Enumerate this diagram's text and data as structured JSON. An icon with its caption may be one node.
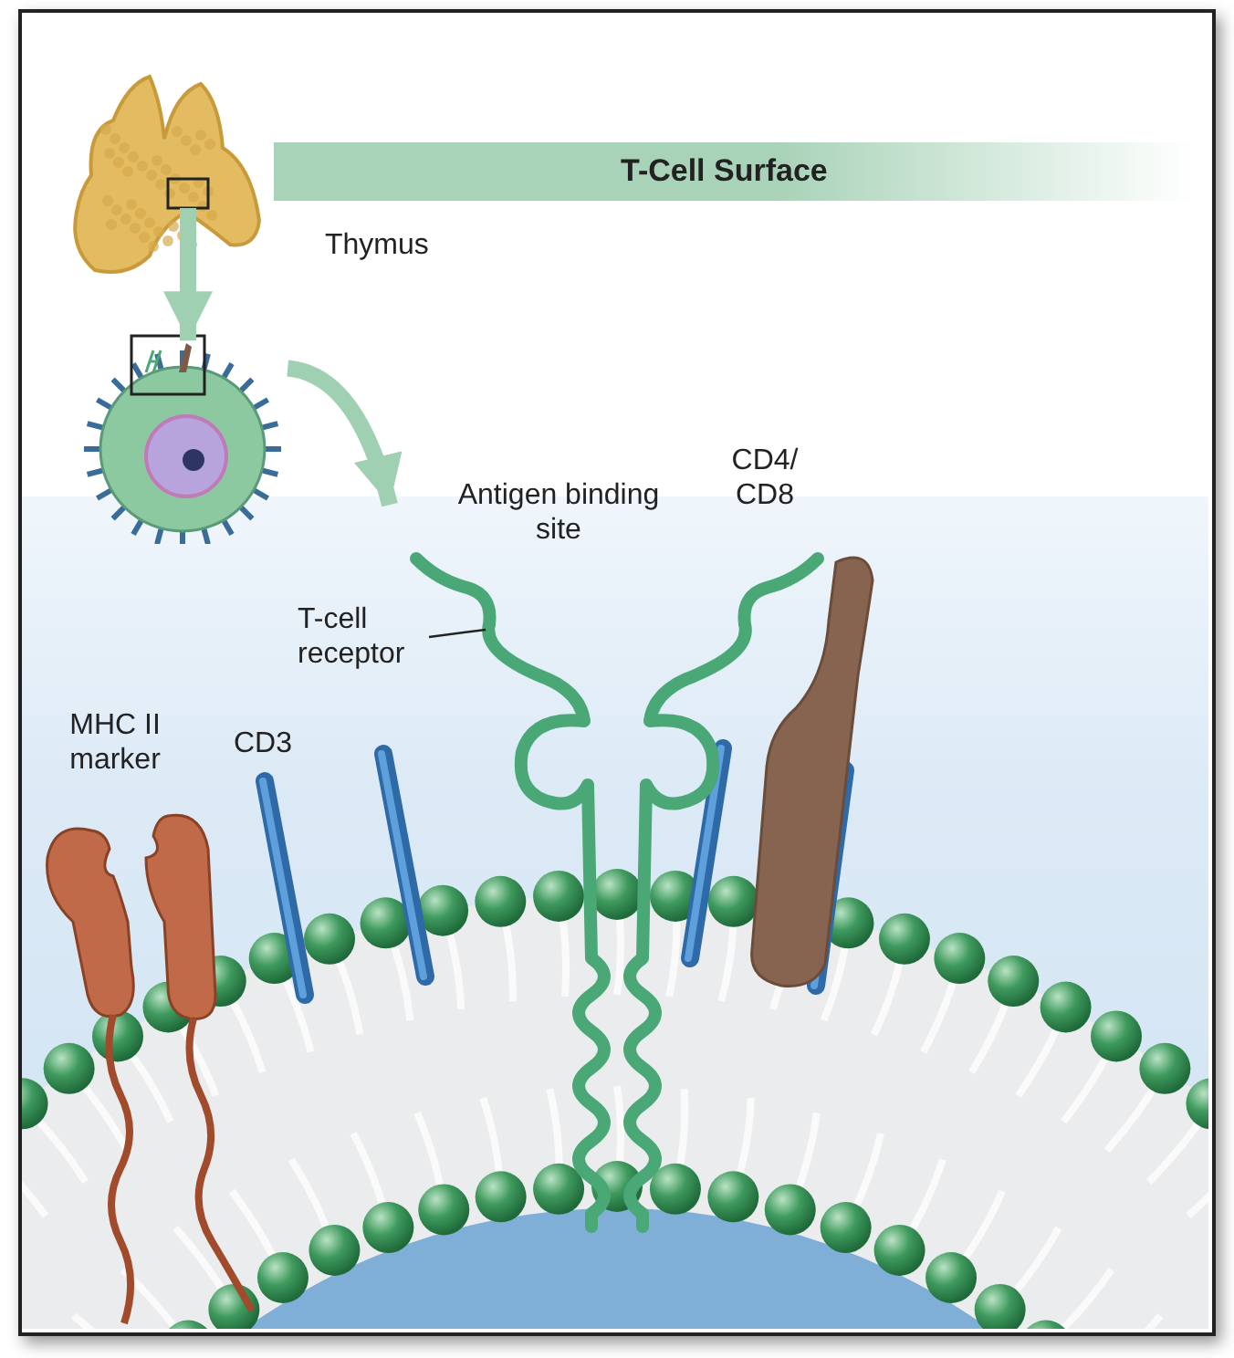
{
  "diagram": {
    "title": "T-Cell Surface",
    "nodes": [
      {
        "text": [],
        "shape": "picture",
        "beside": [
          "Thymus"
        ]
      },
      {
        "text": [],
        "shape": "picture"
      },
      {
        "text": [],
        "shape": "picture"
      },
      {
        "text": [
          "T-cell receptor"
        ]
      },
      {
        "text": [],
        "shape": "picture",
        "beside": [
          "Antigen binding site"
        ]
      }
    ],
    "edges": [
      {
        "from": 0,
        "to": 1,
        "arrow": "to"
      },
      {
        "from": 1,
        "to": 2,
        "arrow": "to"
      },
      {
        "from": 3,
        "to": 4,
        "arrow": "none",
        "color": "#222222"
      }
    ],
    "labels": [
      "CD4/ CD8",
      "MHC II marker",
      "CD3"
    ]
  }
}
